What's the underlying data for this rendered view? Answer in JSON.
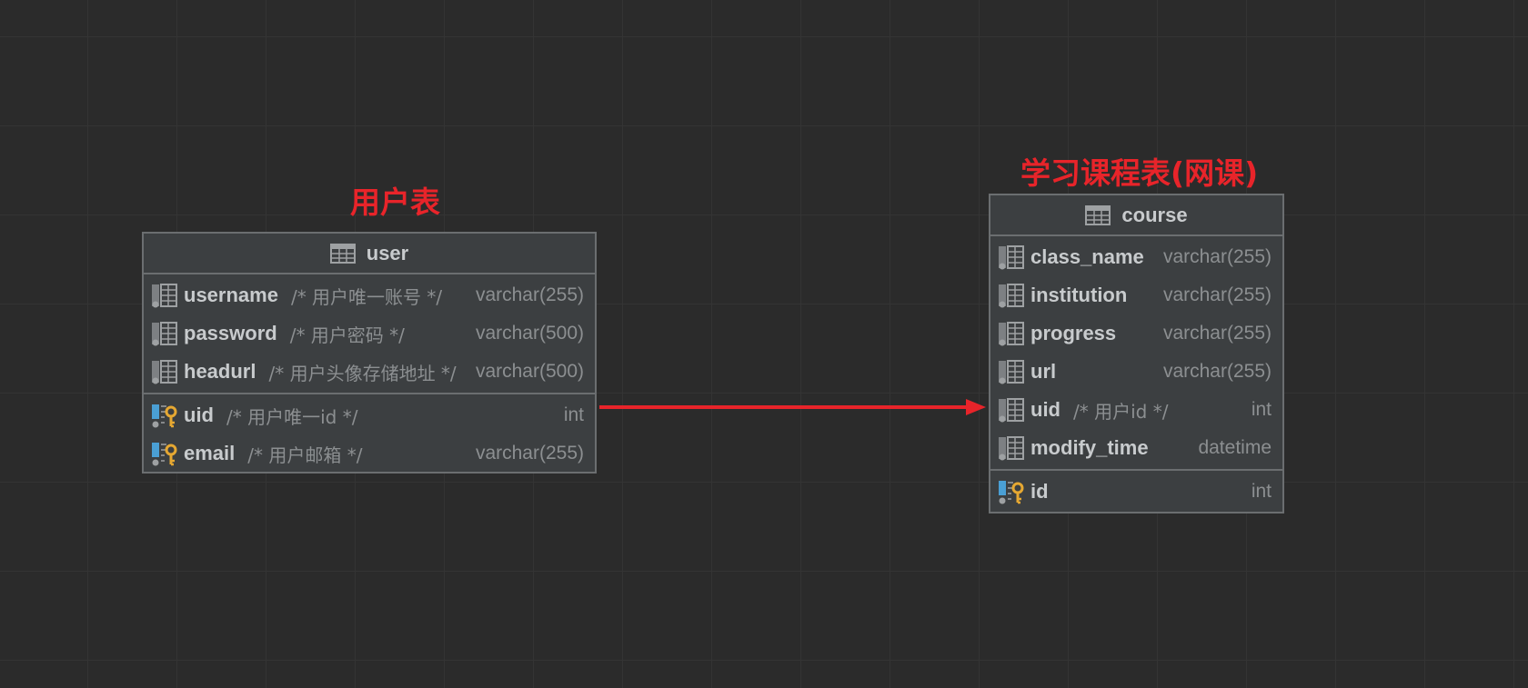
{
  "annotations": {
    "user_table_label": "用户表",
    "course_table_label": "学习课程表(网课)"
  },
  "colors": {
    "annotation": "#e8242a",
    "arrow": "#e8242a",
    "key_icon": "#e6a832",
    "fk_bar": "#4a9fd4"
  },
  "user_table": {
    "name": "user",
    "columns": [
      {
        "name": "username",
        "comment": "/* 用户唯一账号 */",
        "type": "varchar(255)",
        "icon": "column-icon"
      },
      {
        "name": "password",
        "comment": "/* 用户密码 */",
        "type": "varchar(500)",
        "icon": "column-icon"
      },
      {
        "name": "headurl",
        "comment": "/* 用户头像存储地址 */",
        "type": "varchar(500)",
        "icon": "column-icon"
      }
    ],
    "keys": [
      {
        "name": "uid",
        "comment": "/* 用户唯一id */",
        "type": "int",
        "icon": "primary-key-column-icon"
      },
      {
        "name": "email",
        "comment": "/* 用户邮箱 */",
        "type": "varchar(255)",
        "icon": "primary-key-column-icon"
      }
    ]
  },
  "course_table": {
    "name": "course",
    "columns": [
      {
        "name": "class_name",
        "comment": "",
        "type": "varchar(255)",
        "icon": "column-icon"
      },
      {
        "name": "institution",
        "comment": "",
        "type": "varchar(255)",
        "icon": "column-icon"
      },
      {
        "name": "progress",
        "comment": "",
        "type": "varchar(255)",
        "icon": "column-icon"
      },
      {
        "name": "url",
        "comment": "",
        "type": "varchar(255)",
        "icon": "column-icon"
      },
      {
        "name": "uid",
        "comment": "/* 用户id */",
        "type": "int",
        "icon": "column-icon"
      },
      {
        "name": "modify_time",
        "comment": "",
        "type": "datetime",
        "icon": "column-icon"
      }
    ],
    "keys": [
      {
        "name": "id",
        "comment": "",
        "type": "int",
        "icon": "primary-key-column-icon"
      }
    ]
  },
  "relationship": {
    "from": "user.uid",
    "to": "course.uid"
  }
}
